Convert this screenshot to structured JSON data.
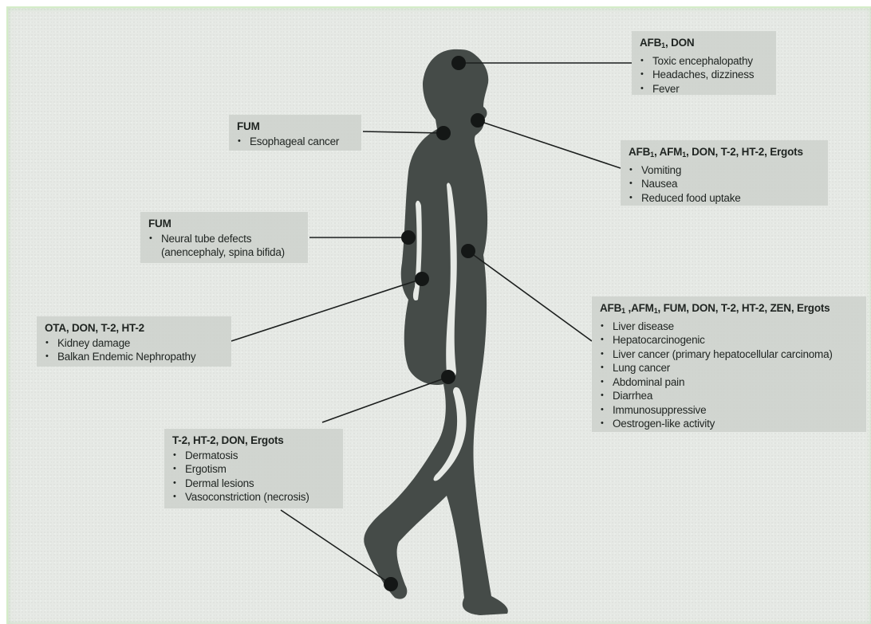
{
  "annotations": {
    "head": {
      "title": "AFB1, DON",
      "items": [
        "Toxic encephalopathy",
        "Headaches, dizziness",
        "Fever"
      ]
    },
    "throat": {
      "title": "FUM",
      "items": [
        "Esophageal cancer"
      ]
    },
    "mouth": {
      "title": "AFB1, AFM1, DON, T-2, HT-2, Ergots",
      "items": [
        "Vomiting",
        "Nausea",
        "Reduced food uptake"
      ]
    },
    "spine": {
      "title": "FUM",
      "items": [
        "Neural tube defects",
        "(anencephaly, spina bifida)"
      ]
    },
    "liver": {
      "title": "AFB1 ,AFM1, FUM, DON, T-2, HT-2, ZEN, Ergots",
      "items": [
        "Liver disease",
        "Hepatocarcinogenic",
        "Liver cancer (primary hepatocellular carcinoma)",
        "Lung cancer",
        "Abdominal pain",
        "Diarrhea",
        "Immunosuppressive",
        "Oestrogen-like activity"
      ]
    },
    "kidney": {
      "title": "OTA, DON, T-2, HT-2",
      "items": [
        "Kidney damage",
        "Balkan Endemic Nephropathy"
      ]
    },
    "skin": {
      "title": "T-2, HT-2, DON, Ergots",
      "items": [
        "Dermatosis",
        "Ergotism",
        "Dermal lesions",
        "Vasoconstriction (necrosis)"
      ]
    }
  },
  "colors": {
    "background": "#e6e9e5",
    "silhouette": "#454b48",
    "marker": "#141716",
    "box": "#cdd1cc",
    "frame": "#d4ecc8"
  }
}
